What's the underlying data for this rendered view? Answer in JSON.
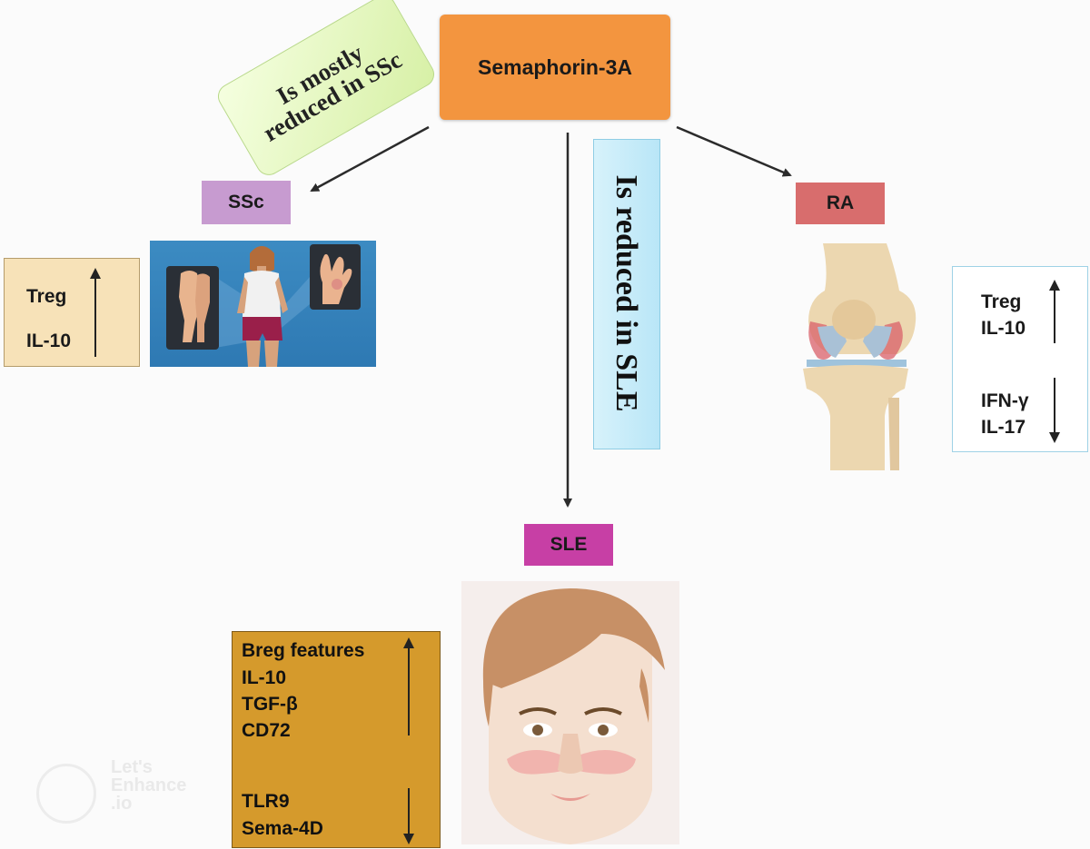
{
  "central": {
    "label": "Semaphorin-3A"
  },
  "notes": {
    "ssc": [
      "Is mostly",
      "reduced in SSc"
    ],
    "sle": "Is reduced in SLE"
  },
  "diseases": {
    "ssc": "SSc",
    "ra": "RA",
    "sle": "SLE"
  },
  "boxes": {
    "ssc": {
      "up": [
        "Treg",
        "IL-10"
      ]
    },
    "ra": {
      "up": [
        "Treg",
        "IL-10"
      ],
      "down": [
        "IFN-γ",
        "IL-17"
      ]
    },
    "sle": {
      "up": [
        "Breg features",
        "IL-10",
        "TGF-β",
        "CD72"
      ],
      "down": [
        "TLR9",
        "Sema-4D"
      ]
    }
  },
  "watermark": [
    "Let's",
    "Enhance",
    ".io"
  ],
  "colors": {
    "central": "#f3953f",
    "ssc": "#c79bd0",
    "ra": "#d86d6d",
    "sle": "#c73fa5",
    "ssc_box": "#f7e2b8",
    "sle_box": "#d59a2c"
  }
}
